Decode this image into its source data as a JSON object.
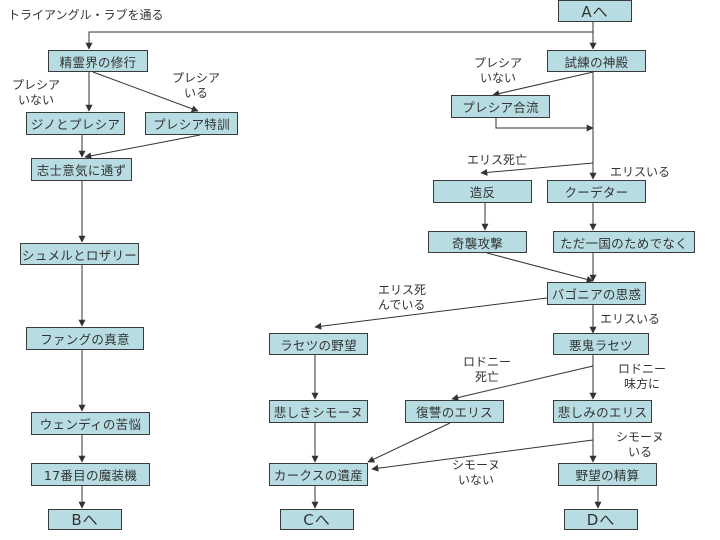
{
  "title": "トライアングル・ラブを通る",
  "nodes": {
    "a_start": "Aへ",
    "seireikai": "精霊界の修行",
    "jino_presia": "ジノとプレシア",
    "presia_tokkun": "プレシア特訓",
    "shishi": "志士意気に通ず",
    "shumel": "シュメルとロザリー",
    "fang": "ファングの真意",
    "wendy": "ウェンディの苦悩",
    "machine17": "17番目の魔装機",
    "b_end": "Bへ",
    "shiren": "試練の神殿",
    "presia_goryu": "プレシア合流",
    "zouhan": "造反",
    "coup": "クーデター",
    "kishu": "奇襲攻撃",
    "tada_ikkoku": "ただ一国のためでなく",
    "bagonia": "バゴニアの思惑",
    "rasetsu_yabou": "ラセツの野望",
    "akki_rasetsu": "悪鬼ラセツ",
    "kanashiki_simone": "悲しきシモーヌ",
    "fukushu_elis": "復讐のエリス",
    "kanashimi_elis": "悲しみのエリス",
    "carcus": "カークスの遺産",
    "yabou_seisan": "野望の精算",
    "c_end": "Cへ",
    "d_end": "Dへ"
  },
  "labels": {
    "presia_inai_left": "プレシア\nいない",
    "presia_iru": "プレシア\nいる",
    "presia_inai_right": "プレシア\nいない",
    "elis_shibou": "エリス死亡",
    "elis_iru_1": "エリスいる",
    "elis_shindeiru": "エリス死\nんでいる",
    "elis_iru_2": "エリスいる",
    "rodney_shibou": "ロドニー\n死亡",
    "rodney_mikata": "ロドニー\n味方に",
    "simone_iru": "シモーヌ\nいる",
    "simone_inai": "シモーヌ\nいない"
  },
  "colors": {
    "node_fill": "#b7dde3",
    "node_border": "#3a3a3a",
    "edge": "#333333"
  }
}
